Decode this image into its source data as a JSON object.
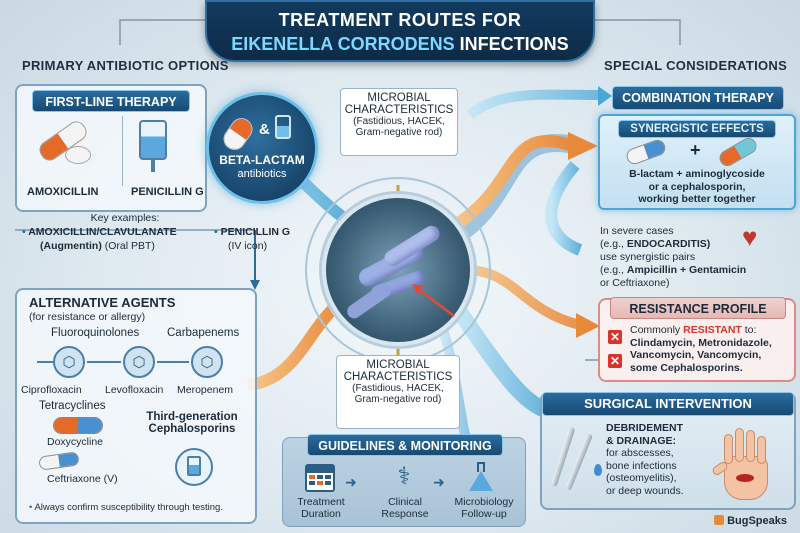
{
  "title": {
    "line1": "TREATMENT ROUTES FOR",
    "line2_highlight": "EIKENELLA CORRODENS",
    "line2_rest": "INFECTIONS"
  },
  "left": {
    "section_title": "PRIMARY ANTIBIOTIC OPTIONS",
    "first_line": {
      "header": "FIRST-LINE THERAPY",
      "drug1": "AMOXICILLIN",
      "drug2": "PENICILLIN G"
    },
    "beta": {
      "amp": "&",
      "line1": "BETA-LACTAM",
      "line2": "antibiotics"
    },
    "examples": {
      "intro": "Key examples:",
      "ex1_main": "AMOXICILLIN/CLAVULANATE",
      "ex1_sub_bold": "(Augmentin)",
      "ex1_sub": "(Oral PBT)",
      "ex2_main": "PENICILLIN G",
      "ex2_sub": "(IV icon)"
    },
    "alternative": {
      "header": "ALTERNATIVE AGENTS",
      "sub": "(for resistance or allergy)",
      "fluoro": "Fluoroquinolones",
      "carba": "Carbapenems",
      "cipro": "Ciprofloxacin",
      "levo": "Levofloxacin",
      "mero": "Meropenem",
      "tetra": "Tetracyclines",
      "doxy": "Doxycycline",
      "third_gen_1": "Third-generation",
      "third_gen_2": "Cephalosporins",
      "ceft": "Ceftriaxone (V)",
      "note": "Always confirm susceptibility through testing."
    }
  },
  "center": {
    "micro_top": {
      "title1": "MICROBIAL",
      "title2": "CHARACTERISTICS",
      "sub1": "(Fastidious, HACEK,",
      "sub2": "Gram-negative rod)"
    },
    "micro_bottom": {
      "title1": "MICROBIAL",
      "title2": "CHARACTERISTICS",
      "sub1": "(Fastidious, HACEK,",
      "sub2": "Gram-negative rod)"
    },
    "guidelines": {
      "header": "GUIDELINES & MONITORING",
      "item1_line1": "Treatment",
      "item1_line2": "Duration",
      "item2_line1": "Clinical",
      "item2_line2": "Response",
      "item3_line1": "Microbiology",
      "item3_line2": "Follow-up"
    }
  },
  "right": {
    "section_title": "SPECIAL CONSIDERATIONS",
    "combo": {
      "header": "COMBINATION THERAPY",
      "inner": "SYNERGISTIC EFFECTS",
      "plus": "+",
      "l1": "B-lactam + aminoglycoside",
      "l2": "or a cephalosporin,",
      "l3": "working better together"
    },
    "severe": {
      "l1": "In severe cases",
      "l2_pre": "(e.g.,",
      "l2_bold": "ENDOCARDITIS)",
      "l3": "use synergistic pairs",
      "l4_pre": "(e.g.,",
      "l4_bold": "Ampicillin + Gentamicin",
      "l5": "or Ceftriaxone)"
    },
    "resistance": {
      "header": "RESISTANCE PROFILE",
      "l1_pre": "Commonly",
      "l1_red": "RESISTANT",
      "l1_post": "to:",
      "l2": "Clindamycin, Metronidazole,",
      "l3": "Vancomycin, Vancomycin,",
      "l4": "some Cephalosporins."
    },
    "surgical": {
      "header": "SURGICAL INTERVENTION",
      "l1": "DEBRIDEMENT",
      "l2": "& DRAINAGE:",
      "l3": "for abscesses,",
      "l4": "bone infections",
      "l5": "(osteomyelitis),",
      "l6": "or deep wounds."
    }
  },
  "brand": {
    "name": "BugSpeaks"
  },
  "colors": {
    "navy": "#123a5e",
    "accent_blue": "#2b6c9e",
    "cyan": "#7fd8ff",
    "orange": "#f0a24a",
    "red": "#d9332b"
  }
}
